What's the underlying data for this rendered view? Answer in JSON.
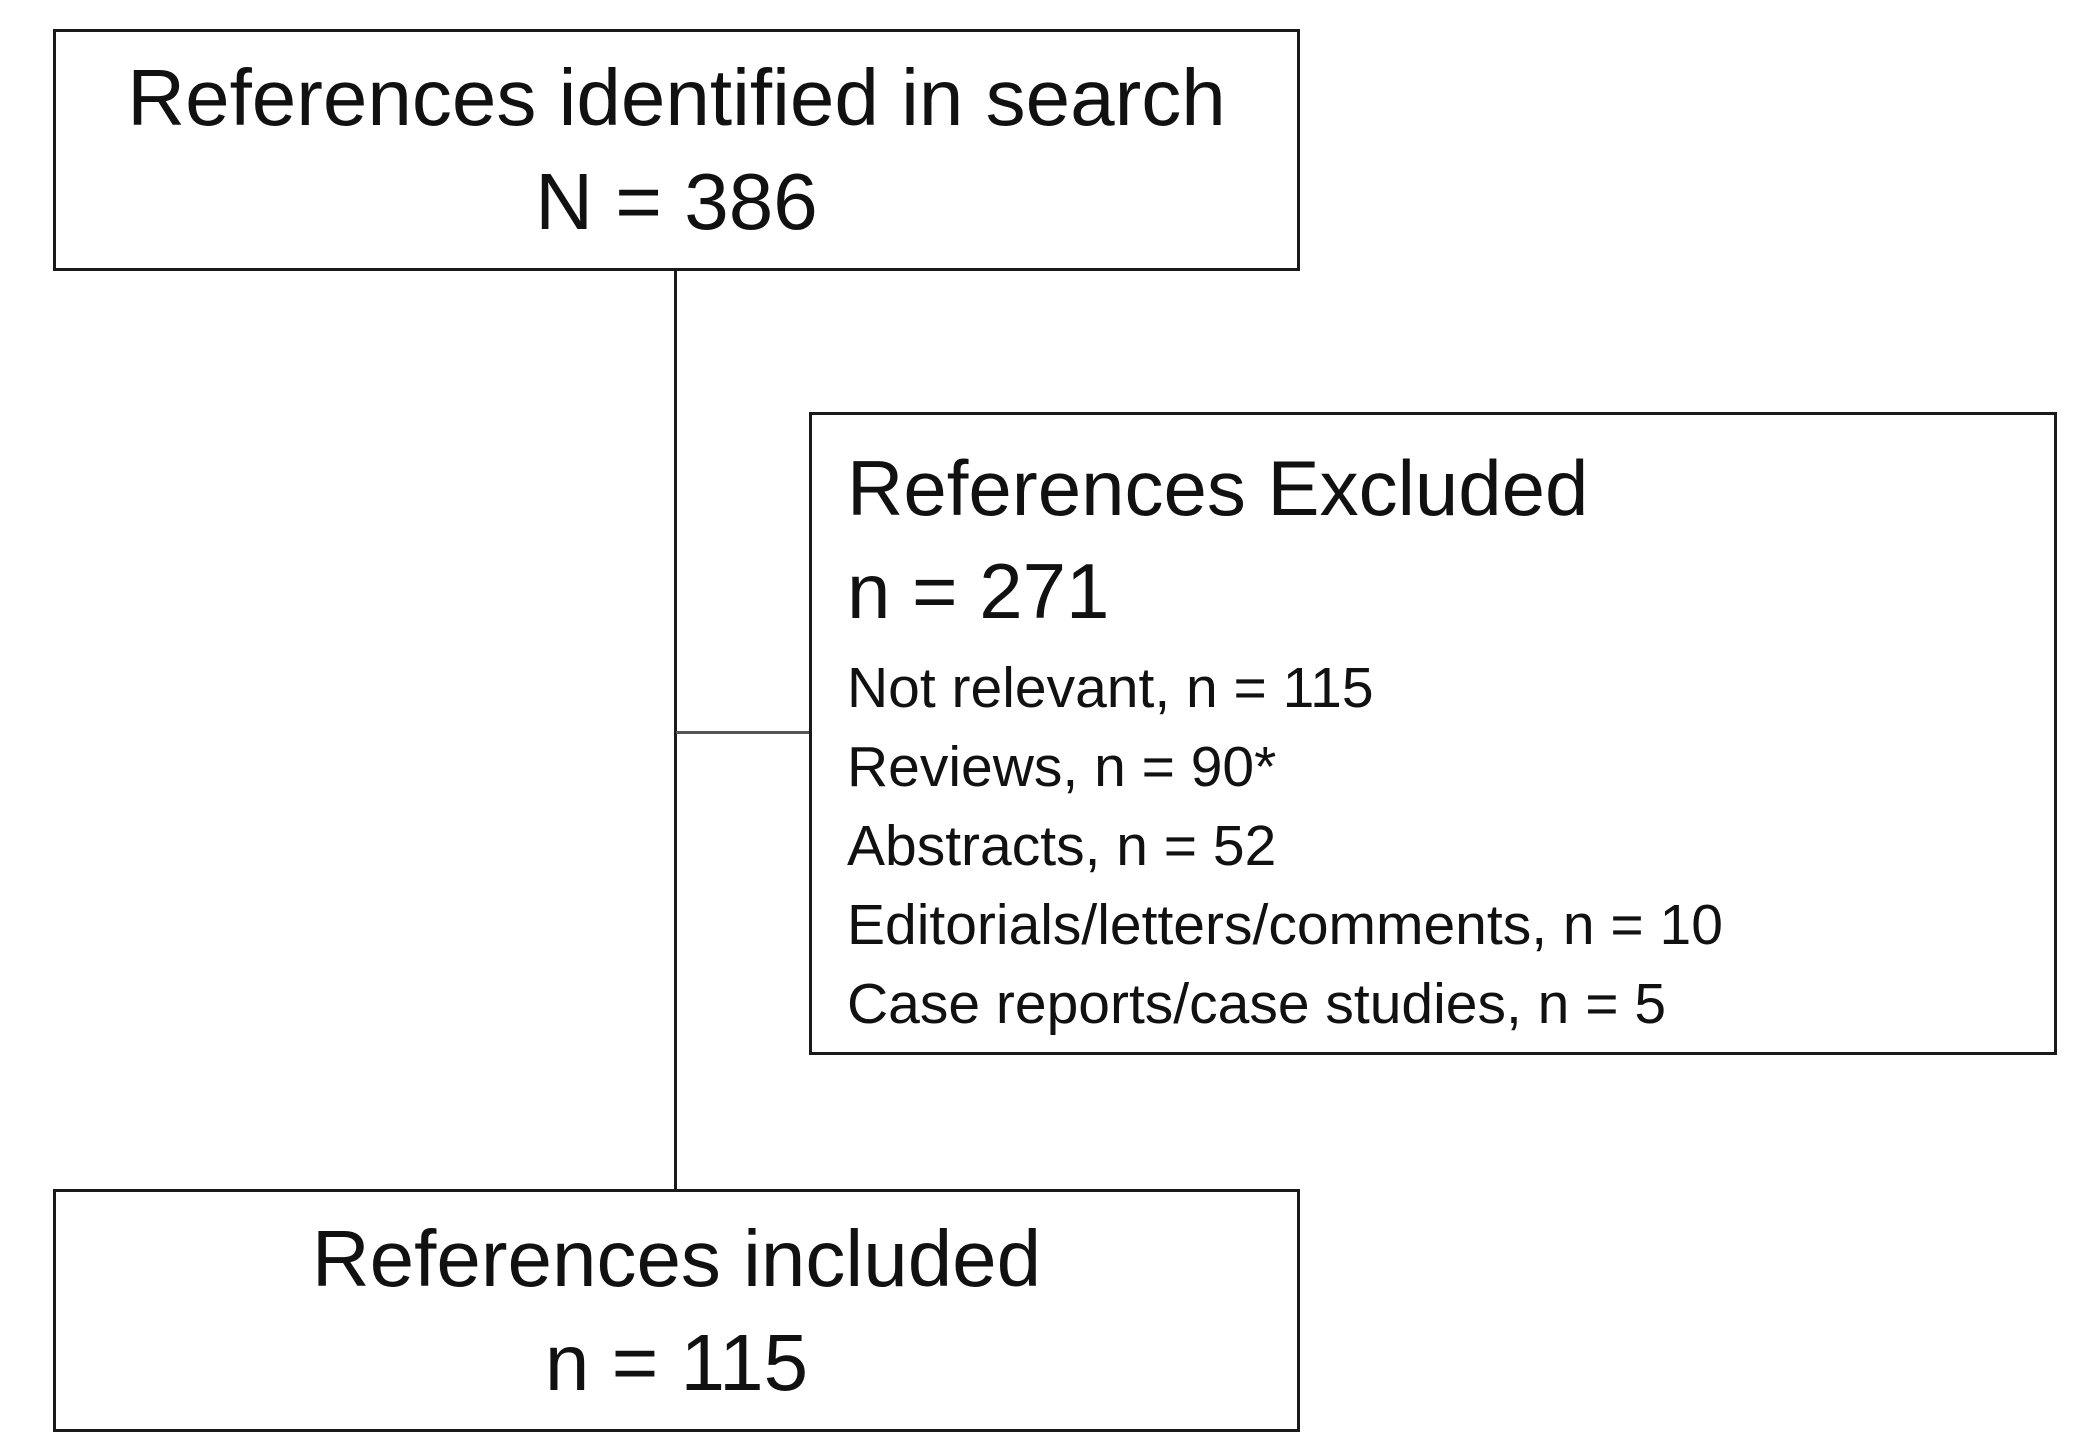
{
  "identified": {
    "label": "References identified in search",
    "count": "N = 386"
  },
  "excluded": {
    "label": "References Excluded",
    "count": "n = 271",
    "reasons": [
      "Not relevant, n = 115",
      "Reviews, n = 90*",
      "Abstracts, n = 52",
      "Editorials/letters/comments, n = 10",
      "Case reports/case studies, n = 5"
    ]
  },
  "included": {
    "label": "References included",
    "count": "n = 115"
  }
}
